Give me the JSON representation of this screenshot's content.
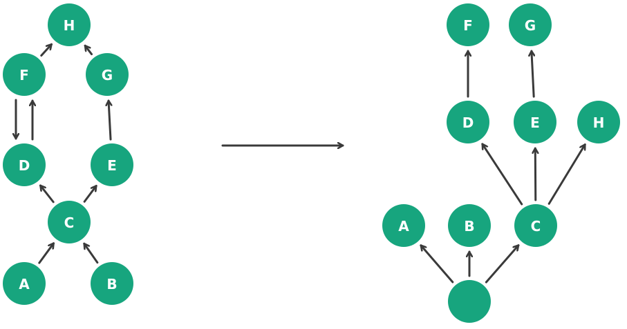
{
  "colors": {
    "node_fill": "#17a57e",
    "node_text": "#ffffff",
    "edge": "#3a3a3a"
  },
  "left_graph": {
    "nodes": [
      {
        "id": "H",
        "label": "H"
      },
      {
        "id": "F",
        "label": "F"
      },
      {
        "id": "G",
        "label": "G"
      },
      {
        "id": "D",
        "label": "D"
      },
      {
        "id": "E",
        "label": "E"
      },
      {
        "id": "C",
        "label": "C"
      },
      {
        "id": "A",
        "label": "A"
      },
      {
        "id": "B",
        "label": "B"
      }
    ],
    "edges": [
      {
        "from": "F",
        "to": "H"
      },
      {
        "from": "G",
        "to": "H"
      },
      {
        "from": "F",
        "to": "D"
      },
      {
        "from": "D",
        "to": "F"
      },
      {
        "from": "E",
        "to": "G"
      },
      {
        "from": "C",
        "to": "D"
      },
      {
        "from": "C",
        "to": "E"
      },
      {
        "from": "A",
        "to": "C"
      },
      {
        "from": "B",
        "to": "C"
      }
    ]
  },
  "right_graph": {
    "nodes": [
      {
        "id": "F2",
        "label": "F"
      },
      {
        "id": "G2",
        "label": "G"
      },
      {
        "id": "D2",
        "label": "D"
      },
      {
        "id": "E2",
        "label": "E"
      },
      {
        "id": "H2",
        "label": "H"
      },
      {
        "id": "A2",
        "label": "A"
      },
      {
        "id": "B2",
        "label": "B"
      },
      {
        "id": "C2",
        "label": "C"
      },
      {
        "id": "R2",
        "label": ""
      }
    ],
    "edges": [
      {
        "from": "D2",
        "to": "F2"
      },
      {
        "from": "E2",
        "to": "G2"
      },
      {
        "from": "C2",
        "to": "D2"
      },
      {
        "from": "C2",
        "to": "E2"
      },
      {
        "from": "C2",
        "to": "H2"
      },
      {
        "from": "R2",
        "to": "A2"
      },
      {
        "from": "R2",
        "to": "B2"
      },
      {
        "from": "R2",
        "to": "C2"
      }
    ]
  }
}
